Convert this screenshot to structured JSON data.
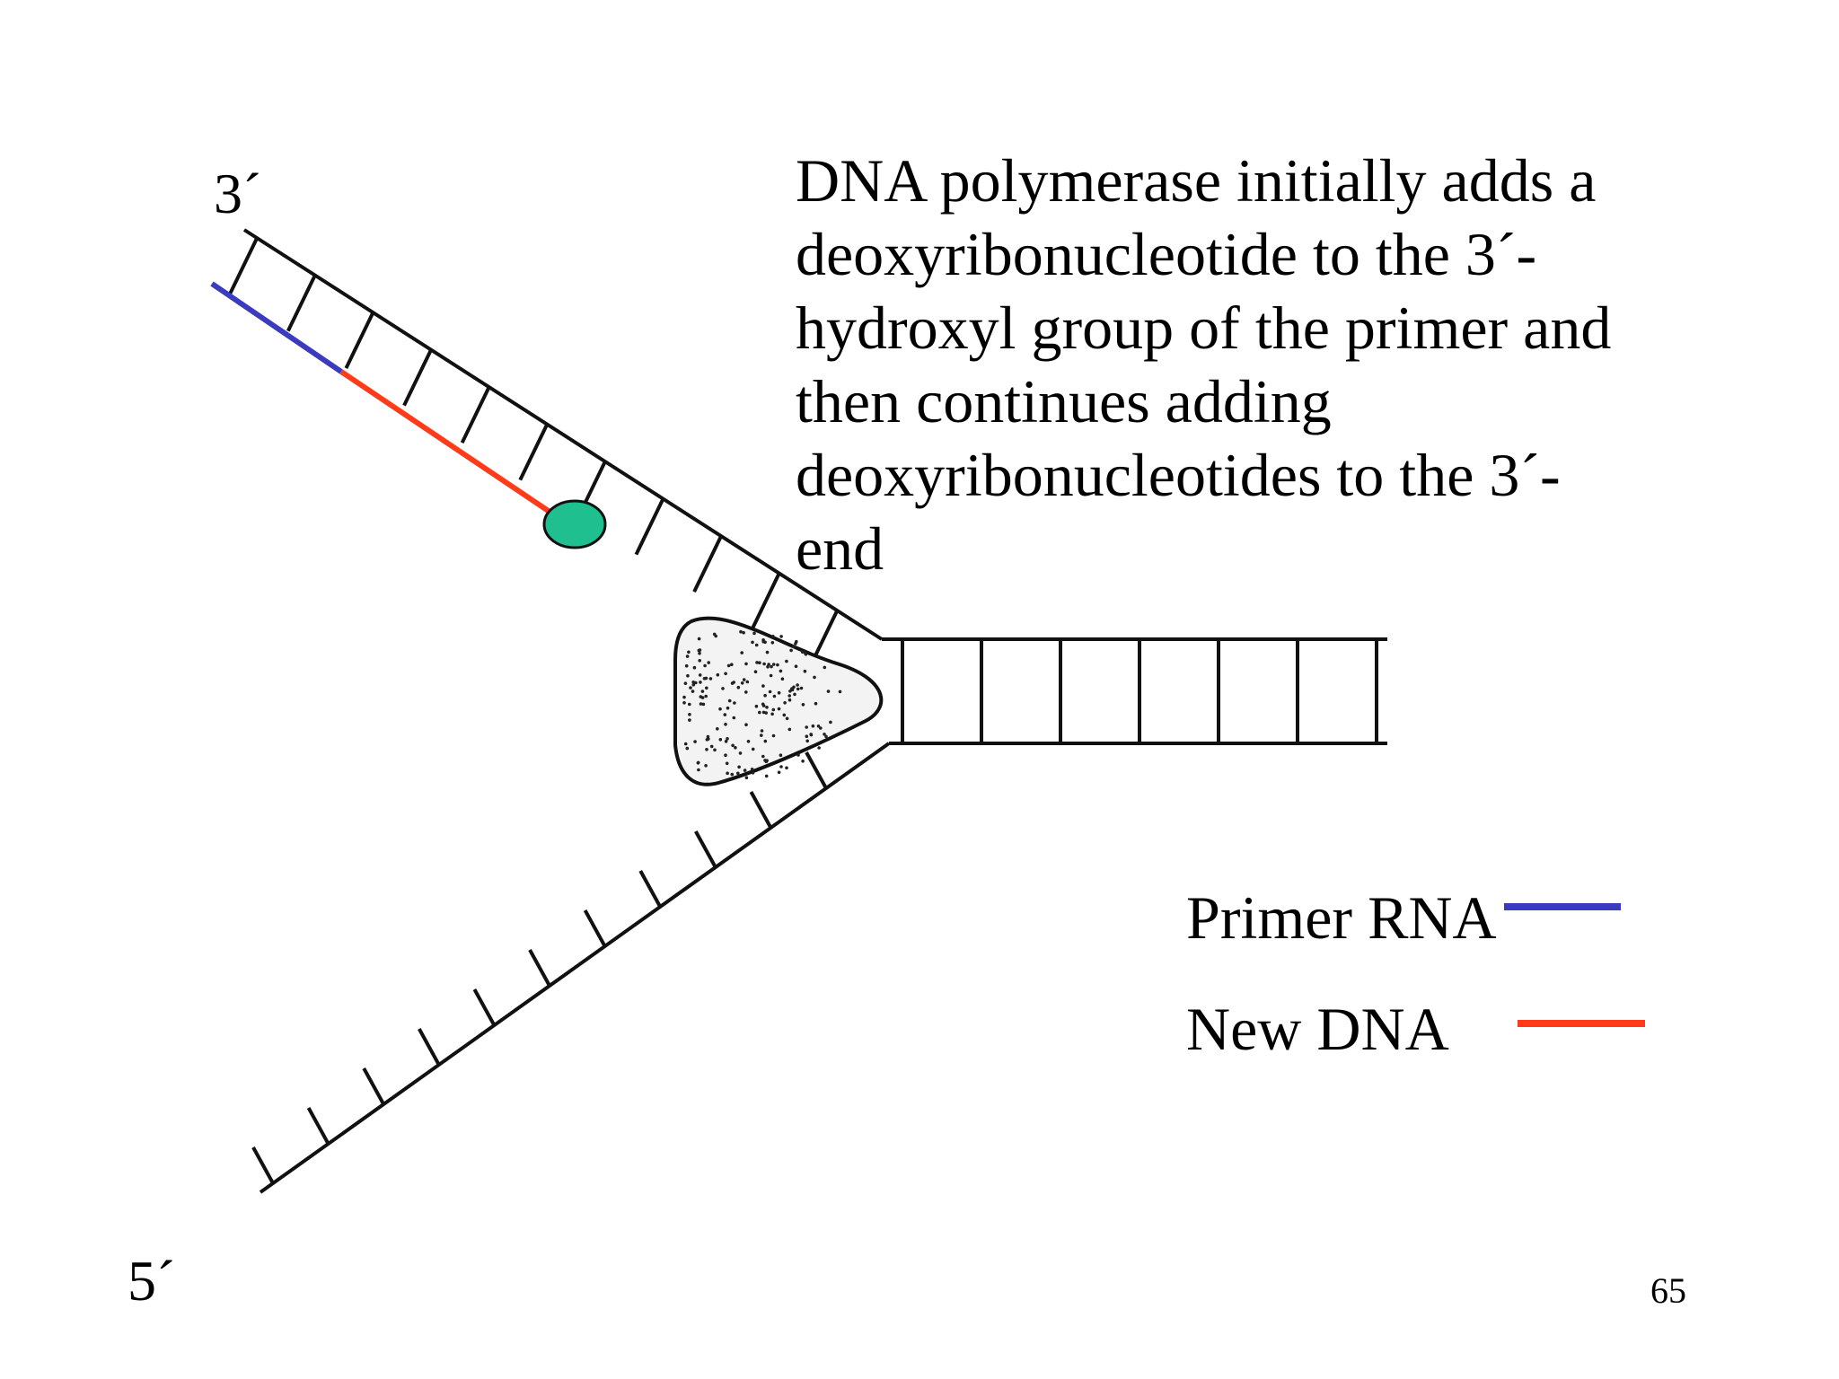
{
  "labels": {
    "three_prime": "3´",
    "five_prime": "5´"
  },
  "description_lines": [
    "DNA polymerase initially adds a",
    "deoxyribonucleotide to the 3´-",
    "hydroxyl group of the primer and",
    "then continues adding",
    "deoxyribonucleotides to the 3´-",
    "end"
  ],
  "legend": {
    "primer_label": "Primer RNA",
    "primer_color": "#3b3bbf",
    "new_dna_label": "New DNA",
    "new_dna_color": "#ff3b1a"
  },
  "nucleotide_color": "#1fbf8f",
  "slide_number": "65"
}
